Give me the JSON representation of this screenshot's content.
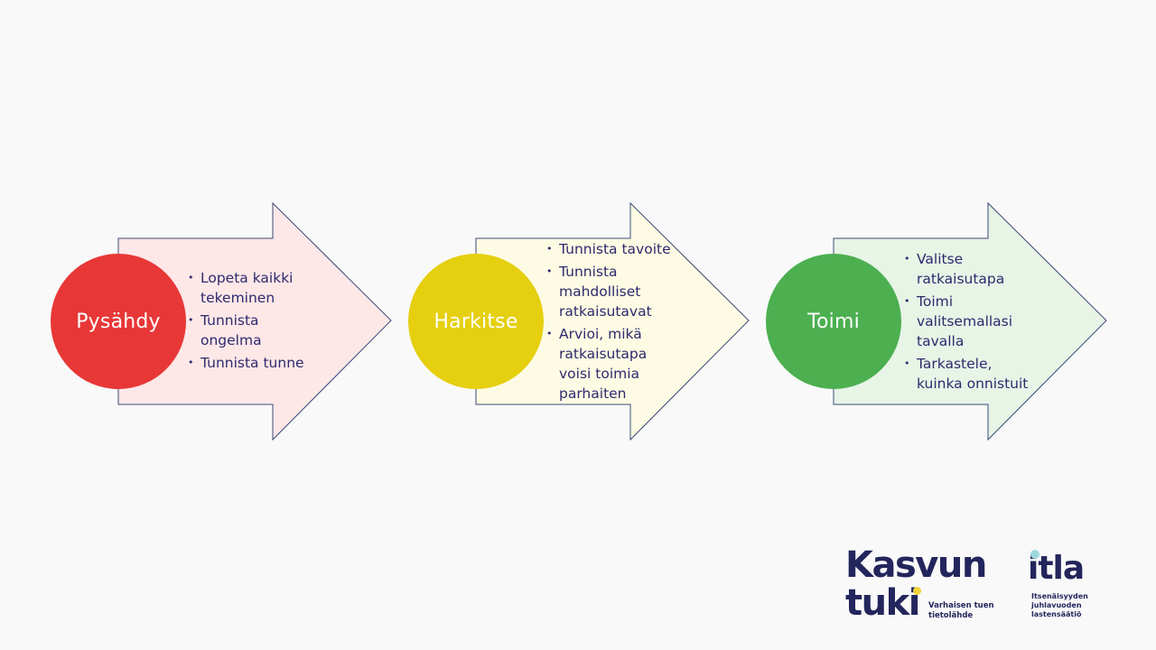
{
  "steps": [
    {
      "label": "Pysähdy",
      "circle_color": "#e83737",
      "arrow_fill": "#fde7e7",
      "bullets": [
        "Lopeta kaikki tekeminen",
        "Tunnista ongelma",
        "Tunnista tunne"
      ]
    },
    {
      "label": "Harkitse",
      "circle_color": "#e5cf0e",
      "arrow_fill": "#fdfbe3",
      "bullets": [
        "Tunnista tavoite",
        "Tunnista mahdolliset ratkaisutavat",
        "Arvioi, mikä ratkaisutapa voisi toimia parhaiten"
      ]
    },
    {
      "label": "Toimi",
      "circle_color": "#4caf50",
      "arrow_fill": "#e7f4e6",
      "bullets": [
        "Valitse ratkaisutapa",
        "Toimi valitsemallasi tavalla",
        "Tarkastele, kuinka onnistuit"
      ]
    }
  ],
  "logos": {
    "kasvun_line1": "Kasvun",
    "kasvun_line2": "tuki",
    "kasvun_tagline": "Varhaisen tuen tietolähde",
    "itla_name": "itla",
    "itla_tagline": "Itsenäisyyden juhlavuoden lastensäätiö"
  },
  "colors": {
    "arrow_stroke": "#3b4a78",
    "text": "#2e2a6e",
    "logo_navy": "#23265c"
  }
}
